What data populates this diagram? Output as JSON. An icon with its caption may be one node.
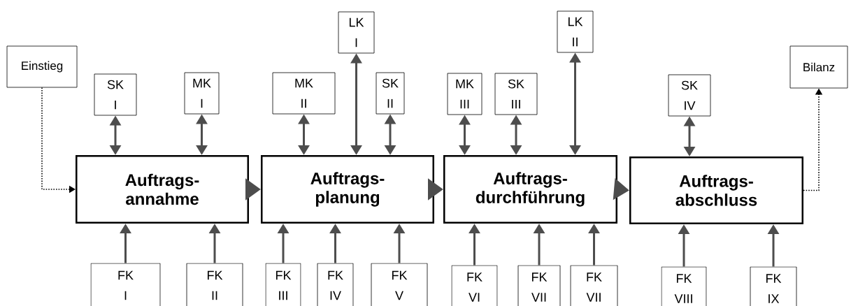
{
  "diagram": {
    "nodes": [
      {
        "text": [
          "LK I"
        ]
      },
      {
        "text": [
          "LK II"
        ]
      },
      {
        "text": [
          "Einstieg"
        ]
      },
      {
        "text": [
          "Bilanz"
        ]
      },
      {
        "text": [
          "SK I"
        ]
      },
      {
        "text": [
          "MK I"
        ]
      },
      {
        "text": [
          "MK II"
        ]
      },
      {
        "text": [
          "SK II"
        ]
      },
      {
        "text": [
          "MK III"
        ]
      },
      {
        "text": [
          "SK III"
        ]
      },
      {
        "text": [
          "SK IV"
        ]
      },
      {
        "text": [
          "Auftrags- annahme"
        ]
      },
      {
        "text": [
          "Auftrags- planung"
        ]
      },
      {
        "text": [
          "Auftrags- durchführung"
        ]
      },
      {
        "text": [
          "Auftrags- abschluss"
        ]
      },
      {
        "text": [
          "FK I"
        ]
      },
      {
        "text": [
          "FK II"
        ]
      },
      {
        "text": [
          "FK III"
        ]
      },
      {
        "text": [
          "FK IV"
        ]
      },
      {
        "text": [
          "FK V"
        ]
      },
      {
        "text": [
          "FK VI"
        ]
      },
      {
        "text": [
          "FK VII"
        ]
      },
      {
        "text": [
          "FK VII"
        ]
      },
      {
        "text": [
          "FK VIII"
        ]
      },
      {
        "text": [
          "FK IX"
        ]
      }
    ],
    "edges": [
      {
        "from": 2,
        "to": 11,
        "arrow": "to",
        "style": "dashed",
        "color": "#000000"
      },
      {
        "from": 11,
        "to": 12,
        "arrow": "to",
        "style": "thick"
      },
      {
        "from": 12,
        "to": 13,
        "arrow": "to",
        "style": "thick"
      },
      {
        "from": 13,
        "to": 14,
        "arrow": "to",
        "style": "thick"
      },
      {
        "from": 14,
        "to": 3,
        "arrow": "to",
        "style": "dashed",
        "color": "#000000"
      },
      {
        "from": 4,
        "to": 11,
        "arrow": "both"
      },
      {
        "from": 5,
        "to": 11,
        "arrow": "both"
      },
      {
        "from": 6,
        "to": 12,
        "arrow": "both"
      },
      {
        "from": 0,
        "to": 12,
        "arrow": "both"
      },
      {
        "from": 7,
        "to": 12,
        "arrow": "both"
      },
      {
        "from": 8,
        "to": 13,
        "arrow": "both"
      },
      {
        "from": 9,
        "to": 13,
        "arrow": "both"
      },
      {
        "from": 1,
        "to": 13,
        "arrow": "both"
      },
      {
        "from": 10,
        "to": 14,
        "arrow": "both"
      },
      {
        "from": 15,
        "to": 11,
        "arrow": "to"
      },
      {
        "from": 16,
        "to": 11,
        "arrow": "to"
      },
      {
        "from": 17,
        "to": 12,
        "arrow": "to"
      },
      {
        "from": 18,
        "to": 12,
        "arrow": "to"
      },
      {
        "from": 19,
        "to": 12,
        "arrow": "to"
      },
      {
        "from": 20,
        "to": 13,
        "arrow": "to"
      },
      {
        "from": 21,
        "to": 13,
        "arrow": "to"
      },
      {
        "from": 22,
        "to": 13,
        "arrow": "to"
      },
      {
        "from": 23,
        "to": 14,
        "arrow": "to"
      },
      {
        "from": 24,
        "to": 14,
        "arrow": "to"
      }
    ]
  }
}
